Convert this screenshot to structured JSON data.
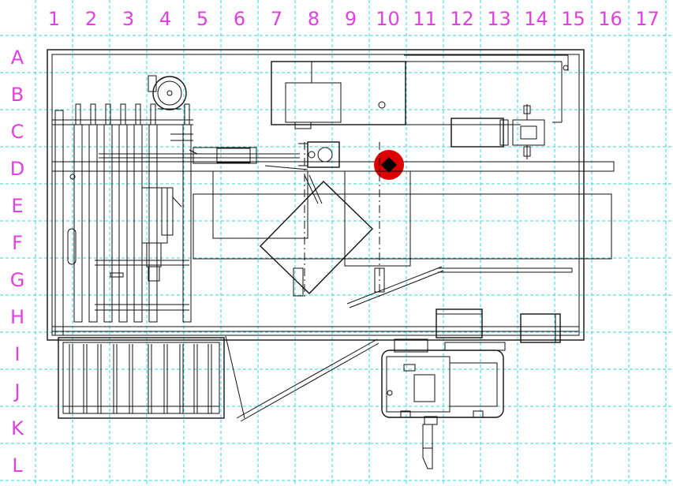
{
  "grid": {
    "columns": [
      "1",
      "2",
      "3",
      "4",
      "5",
      "6",
      "7",
      "8",
      "9",
      "10",
      "11",
      "12",
      "13",
      "14",
      "15",
      "16",
      "17"
    ],
    "rows": [
      "A",
      "B",
      "C",
      "D",
      "E",
      "F",
      "G",
      "H",
      "I",
      "J",
      "K",
      "L"
    ]
  },
  "colors": {
    "grid_line": "#33d6d6",
    "grid_label": "#e040e0",
    "ink": "#111111",
    "marker_outer": "#dd0000",
    "marker_inner": "#000000"
  },
  "marker": {
    "col": "10",
    "row": "D",
    "shape": "diamond-in-circle"
  }
}
